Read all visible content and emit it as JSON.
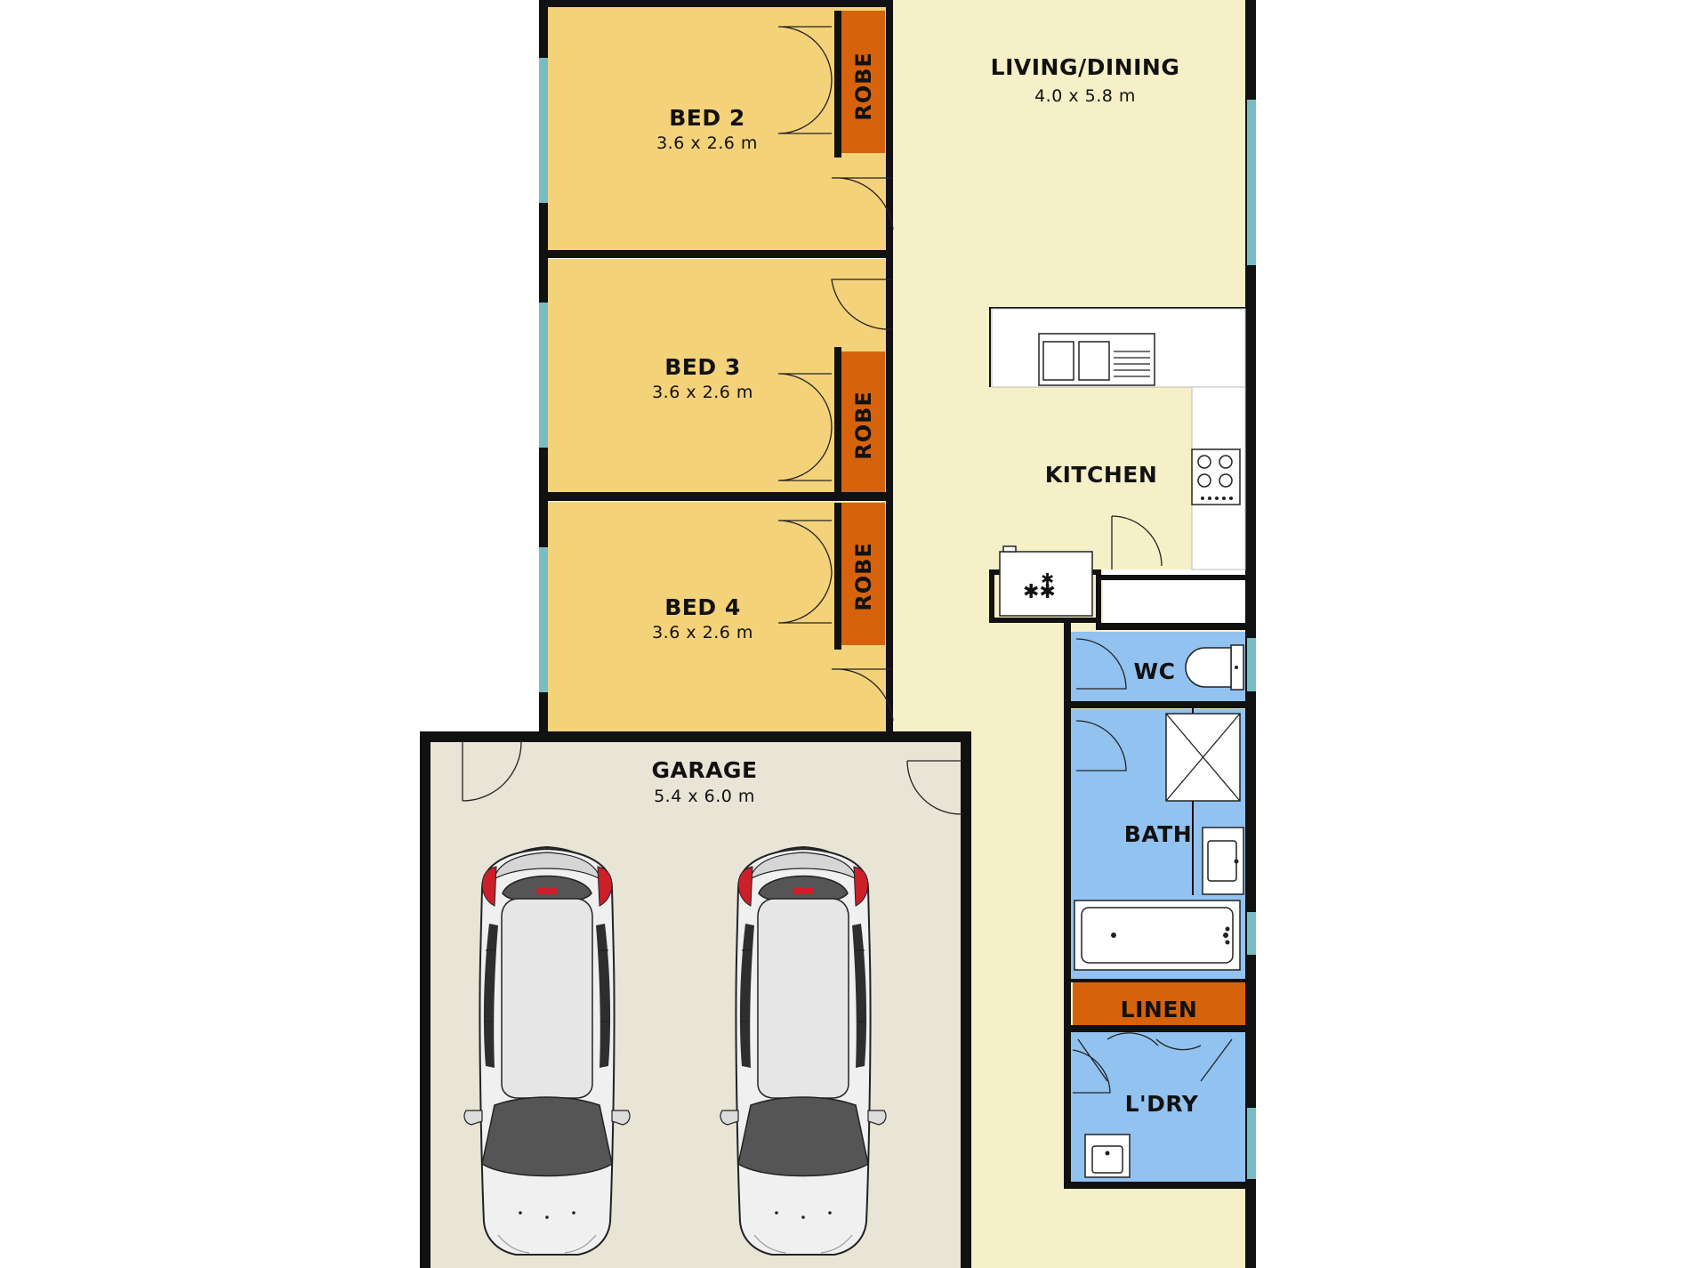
{
  "rooms": {
    "living": {
      "name": "LIVING/DINING",
      "dims": "4.0 x 5.8 m"
    },
    "bed2": {
      "name": "BED 2",
      "dims": "3.6 x 2.6 m"
    },
    "bed3": {
      "name": "BED 3",
      "dims": "3.6 x 2.6 m"
    },
    "bed4": {
      "name": "BED 4",
      "dims": "3.6 x 2.6 m"
    },
    "kitchen": {
      "name": "KITCHEN"
    },
    "wc": {
      "name": "WC"
    },
    "bath": {
      "name": "BATH"
    },
    "linen": {
      "name": "LINEN"
    },
    "laundry": {
      "name": "L'DRY"
    },
    "garage": {
      "name": "GARAGE",
      "dims": "5.4 x 6.0 m"
    },
    "robe_label": "ROBE"
  },
  "colors": {
    "bedrooms": "#f4d27a",
    "living": "#f5f0c8",
    "wet_areas": "#92c2f0",
    "robes": "#d6630c",
    "garage": "#e8e4d6",
    "walls": "#111111",
    "windows": "#78bdc4"
  },
  "icons": [
    "sink-icon",
    "cooktop-icon",
    "fridge-icon",
    "toilet-icon",
    "shower-icon",
    "basin-icon",
    "bathtub-icon",
    "laundry-tub-icon",
    "car-icon"
  ]
}
